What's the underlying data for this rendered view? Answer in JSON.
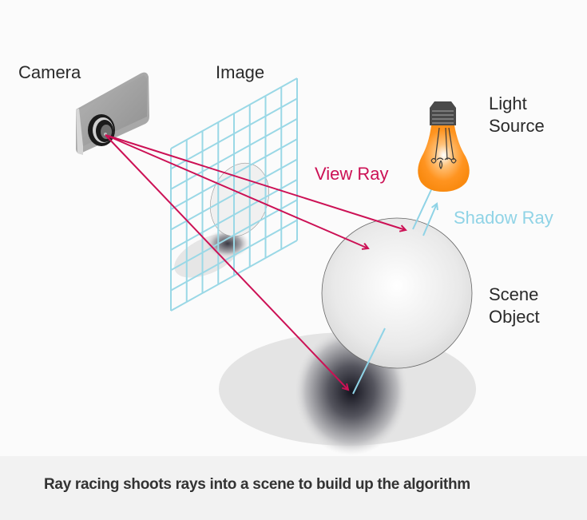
{
  "labels": {
    "camera": "Camera",
    "image": "Image",
    "light_line1": "Light",
    "light_line2": "Source",
    "view_ray": "View Ray",
    "shadow_ray": "Shadow Ray",
    "scene_line1": "Scene",
    "scene_line2": "Object"
  },
  "caption": "Ray racing shoots rays into a scene to build up the algorithm",
  "colors": {
    "view_ray": "#cc1155",
    "shadow_ray": "#8fd3e6",
    "grid": "#9ad8e6",
    "bulb": "#ff8c1a"
  },
  "icons": {
    "camera": "camera-icon",
    "light": "light-bulb-icon"
  }
}
